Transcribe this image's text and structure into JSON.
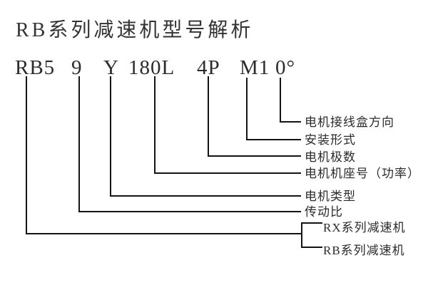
{
  "title": "RB系列减速机型号解析",
  "code": {
    "series": "RB5",
    "ratio": "9",
    "motor_type": "Y",
    "frame": "180L",
    "poles": "4P",
    "mount": "M1",
    "angle": "0°"
  },
  "labels": {
    "junction_box": "电机接线盒方向",
    "mount": "安装形式",
    "poles": "电机极数",
    "frame": "电机机座号（功率）",
    "motor_type": "电机类型",
    "ratio": "传动比",
    "rx_series": "RX系列减速机",
    "rb_series": "RB系列减速机"
  },
  "colors": {
    "background": "#ffffff",
    "line": "#141414",
    "text": "#2b2b2b"
  }
}
